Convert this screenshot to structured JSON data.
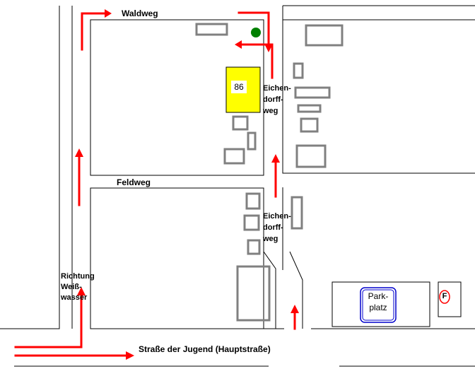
{
  "streets": {
    "top": "Waldweg",
    "middle": "Feldweg",
    "bottom": "Straße der Jugend (Hauptstraße)",
    "side_upper": "Eichen-dorff-weg",
    "side_lower": "Eichen-dorff-weg"
  },
  "direction_label": "Richtung Weiß-wasser",
  "house_number": "86",
  "parking_label": "Park-platz",
  "fire_symbol": "F",
  "colors": {
    "road_line": "#000000",
    "building_outline": "#808080",
    "highlight_fill": "#ffff00",
    "route_arrow": "#ff0000",
    "tree": "#008000",
    "parking_sign": "#0000cc",
    "fire_sign": "#ff0000"
  },
  "icons": [
    "route-arrow-icon",
    "tree-icon",
    "parking-sign-icon",
    "fire-hydrant-icon"
  ]
}
